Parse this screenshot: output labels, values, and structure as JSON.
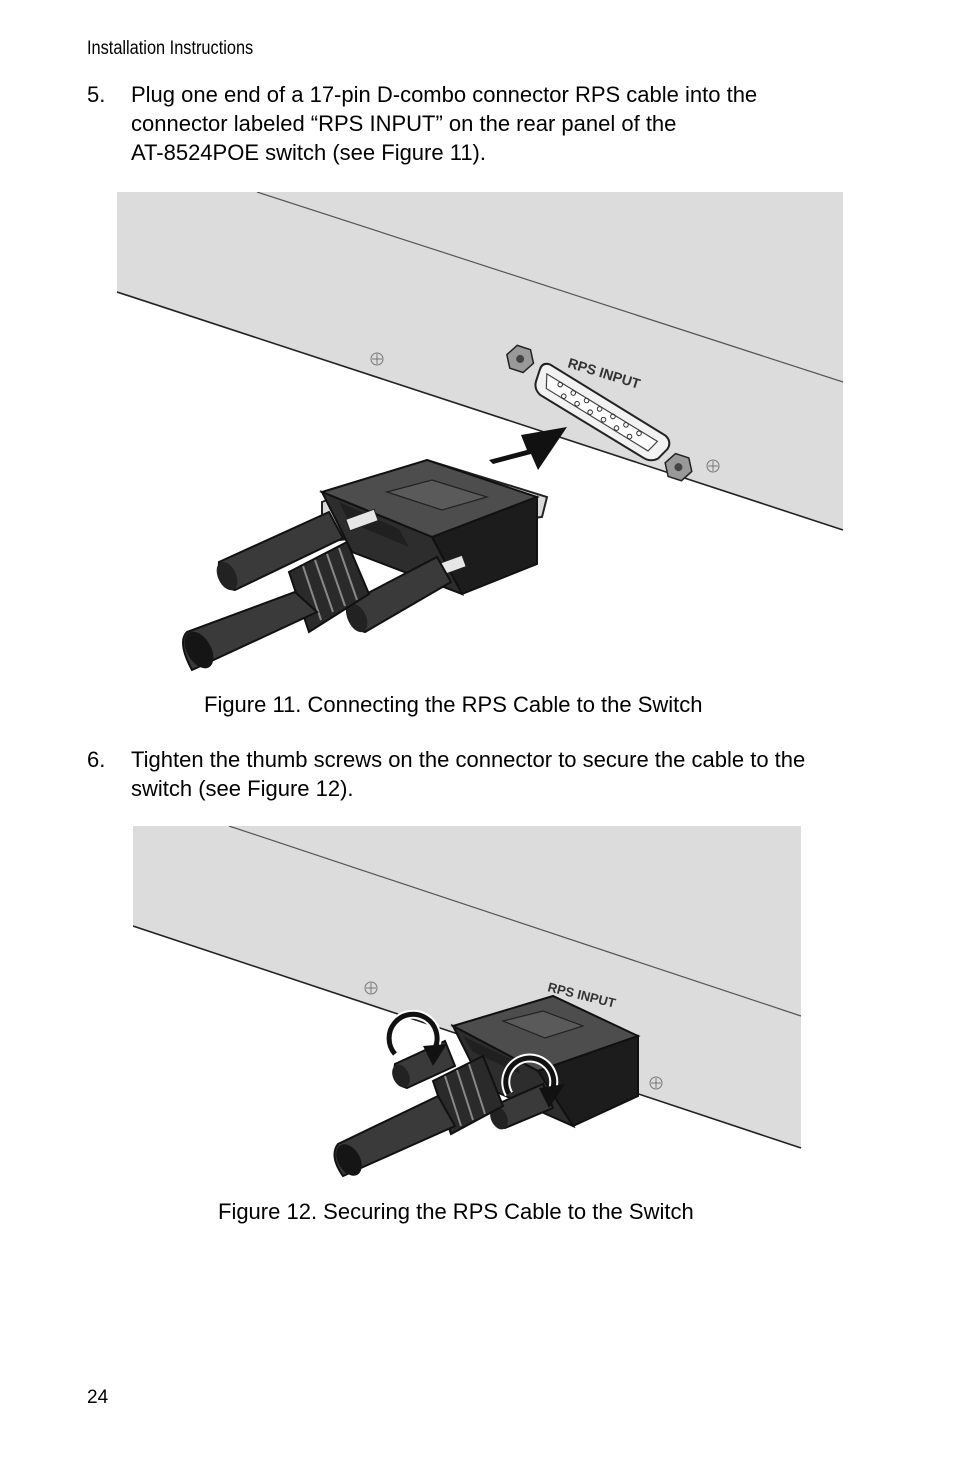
{
  "header": {
    "title": "Installation Instructions"
  },
  "steps": [
    {
      "number": "5.",
      "lines": [
        "Plug one end of a 17-pin D-combo connector RPS cable into the",
        "connector labeled “RPS INPUT” on the rear panel of the",
        "AT-8524POE switch (see Figure 11)."
      ]
    },
    {
      "number": "6.",
      "lines": [
        "Tighten the thumb screws on the connector to secure the cable to the",
        "switch (see Figure 12)."
      ]
    }
  ],
  "figures": [
    {
      "panel_label": "RPS INPUT",
      "caption": "Figure 11. Connecting the RPS Cable to the Switch"
    },
    {
      "panel_label": "RPS INPUT",
      "caption": "Figure 12. Securing the RPS Cable to the Switch"
    }
  ],
  "colors": {
    "panel": "#dcdcdc",
    "cable": "#3a3a3a",
    "cable_dark": "#111111",
    "arrow": "#111111"
  },
  "footer": {
    "page_number": "24"
  }
}
